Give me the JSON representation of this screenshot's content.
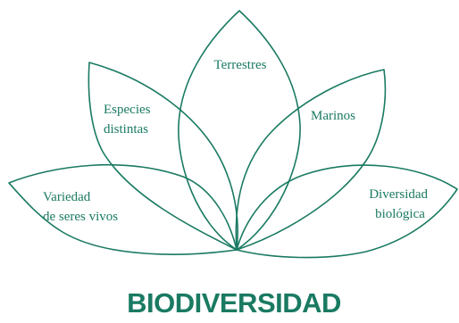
{
  "diagram": {
    "title": "BIODIVERSIDAD",
    "petals": [
      {
        "id": "left",
        "lines": [
          "Variedad",
          "de seres vivos"
        ]
      },
      {
        "id": "upper-left",
        "lines": [
          "Especies",
          "distintas"
        ]
      },
      {
        "id": "top",
        "lines": [
          "Terrestres"
        ]
      },
      {
        "id": "upper-right",
        "lines": [
          "Marinos"
        ]
      },
      {
        "id": "right",
        "lines": [
          "Diversidad",
          "biológica"
        ]
      }
    ],
    "colors": {
      "accent": "#1a7a62",
      "background": "#ffffff"
    }
  }
}
